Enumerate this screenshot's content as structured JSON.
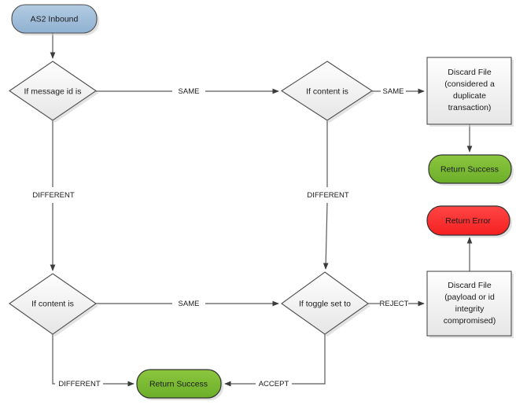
{
  "diagram": {
    "title": "AS2 Inbound duplicate-detection flow",
    "colors": {
      "start_fill_top": "#a8c4dd",
      "start_fill_bottom": "#94b4d4",
      "start_stroke": "#4d4d4d",
      "decision_fill_top": "#fdfdfd",
      "decision_fill_bottom": "#ebebeb",
      "decision_stroke": "#4d4d4d",
      "process_fill_top": "#fdfdfd",
      "process_fill_bottom": "#ebebeb",
      "process_stroke": "#4d4d4d",
      "success_fill_top": "#86c440",
      "success_fill_bottom": "#6fb02e",
      "success_stroke": "#3d3d3d",
      "error_fill_top": "#ff4040",
      "error_fill_bottom": "#f22020",
      "error_stroke": "#3d3d3d",
      "edge_stroke": "#5a5a5a",
      "text": "#1a1a1a",
      "background": "#ffffff",
      "shadow": "#c8c8c8"
    },
    "nodes": [
      {
        "id": "start",
        "type": "terminator",
        "label": "AS2 Inbound"
      },
      {
        "id": "msgid",
        "type": "decision",
        "label": "If message id is"
      },
      {
        "id": "content_top",
        "type": "decision",
        "label": "If content is"
      },
      {
        "id": "discard_dup",
        "type": "process",
        "label_lines": [
          "Discard File",
          "(considered a",
          "duplicate",
          "transaction)"
        ]
      },
      {
        "id": "success_top",
        "type": "terminator",
        "label": "Return Success"
      },
      {
        "id": "error",
        "type": "terminator",
        "label": "Return Error"
      },
      {
        "id": "content_bottom",
        "type": "decision",
        "label": "If content is"
      },
      {
        "id": "toggle",
        "type": "decision",
        "label": "If toggle set to"
      },
      {
        "id": "discard_integrity",
        "type": "process",
        "label_lines": [
          "Discard File",
          "(payload or id",
          "integrity",
          "compromised)"
        ]
      },
      {
        "id": "success_bottom",
        "type": "terminator",
        "label": "Return Success"
      }
    ],
    "edges": [
      {
        "id": "e1",
        "from": "start",
        "to": "msgid",
        "label": ""
      },
      {
        "id": "e2",
        "from": "msgid",
        "to": "content_top",
        "label": "SAME"
      },
      {
        "id": "e3",
        "from": "msgid",
        "to": "content_bottom",
        "label": "DIFFERENT"
      },
      {
        "id": "e4",
        "from": "content_top",
        "to": "discard_dup",
        "label": "SAME"
      },
      {
        "id": "e5",
        "from": "content_top",
        "to": "toggle",
        "label": "DIFFERENT"
      },
      {
        "id": "e6",
        "from": "discard_dup",
        "to": "success_top",
        "label": ""
      },
      {
        "id": "e7",
        "from": "content_bottom",
        "to": "toggle",
        "label": "SAME"
      },
      {
        "id": "e8",
        "from": "content_bottom",
        "to": "success_bottom",
        "label": "DIFFERENT"
      },
      {
        "id": "e9",
        "from": "toggle",
        "to": "discard_integrity",
        "label": "REJECT"
      },
      {
        "id": "e10",
        "from": "toggle",
        "to": "success_bottom",
        "label": "ACCEPT"
      },
      {
        "id": "e11",
        "from": "discard_integrity",
        "to": "error",
        "label": ""
      }
    ],
    "labels": {
      "start": "AS2 Inbound",
      "msgid": "If message id is",
      "content_top": "If content is",
      "discard_dup_1": "Discard File",
      "discard_dup_2": "(considered a",
      "discard_dup_3": "duplicate",
      "discard_dup_4": "transaction)",
      "success_top": "Return Success",
      "error": "Return Error",
      "content_bottom": "If content is",
      "toggle": "If toggle set to",
      "discard_integrity_1": "Discard File",
      "discard_integrity_2": "(payload or id",
      "discard_integrity_3": "integrity",
      "discard_integrity_4": "compromised)",
      "success_bottom": "Return Success",
      "edge_same_1": "SAME",
      "edge_same_2": "SAME",
      "edge_same_3": "SAME",
      "edge_different_1": "DIFFERENT",
      "edge_different_2": "DIFFERENT",
      "edge_different_3": "DIFFERENT",
      "edge_reject": "REJECT",
      "edge_accept": "ACCEPT"
    }
  }
}
